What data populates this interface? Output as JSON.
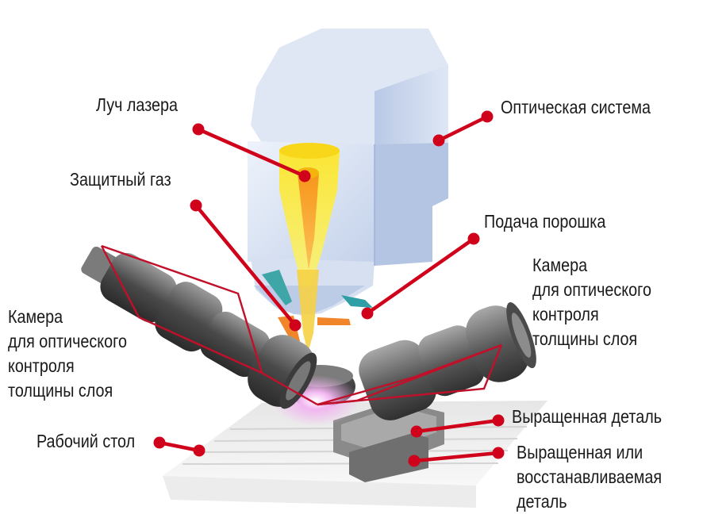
{
  "labels": {
    "laser_beam": "Луч лазера",
    "optical_system": "Оптическая система",
    "shield_gas": "Защитный газ",
    "powder_feed": "Подача порошка",
    "camera_left": [
      "Камера",
      "для оптического",
      "контроля",
      "толщины слоя"
    ],
    "camera_right": [
      "Камера",
      "для оптического",
      "контроля",
      "толщины слоя"
    ],
    "work_table": "Рабочий стол",
    "grown_part": "Выращенная деталь",
    "restored_part": [
      "Выращенная или",
      "восстанавливаемая",
      "деталь"
    ]
  },
  "colors": {
    "callout_red": "#d0021b",
    "laser_yellow": "#f4e11c",
    "laser_orange": "#f7a21b",
    "housing_blue": "#c9d6ec"
  }
}
